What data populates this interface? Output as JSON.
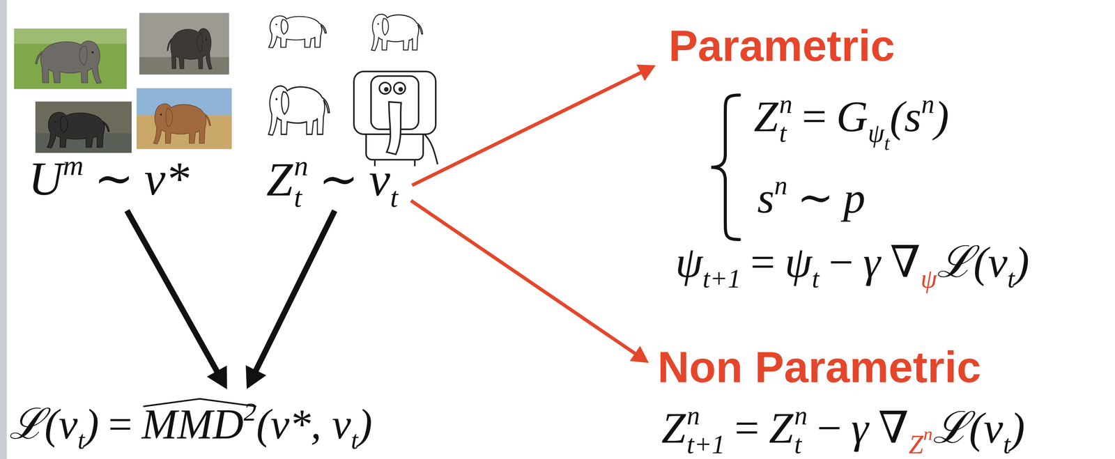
{
  "diagram": {
    "nodes": [
      {
        "text": [
          "U",
          "m",
          "∼",
          "ν*"
        ]
      },
      {
        "text": [
          "Z",
          "n",
          "t",
          "∼",
          "ν",
          "t"
        ]
      },
      {
        "text": [
          "ℒ(ν",
          "t",
          ")",
          "=",
          "MMD",
          "2",
          "(ν*, ν",
          "t",
          ")"
        ]
      },
      {
        "text": [
          "Parametric",
          "Z",
          "n",
          "t",
          "=",
          "G",
          "ψ",
          "t",
          "(s",
          "n",
          ")",
          "s",
          "n",
          "∼",
          "p",
          "ψ",
          "t+1",
          "=",
          "ψ",
          "t",
          "−",
          "γ",
          "∇",
          "ψ",
          "ℒ(ν",
          "t",
          ")"
        ]
      },
      {
        "text": [
          "Non Parametric",
          "Z",
          "n",
          "t+1",
          "=",
          "Z",
          "n",
          "t",
          "−",
          "γ",
          "∇",
          "Z",
          "n",
          "ℒ(ν",
          "t",
          ")"
        ]
      }
    ],
    "edges": [
      {
        "from": 0,
        "to": 2,
        "arrow": "to"
      },
      {
        "from": 1,
        "to": 2,
        "arrow": "to"
      },
      {
        "from": 1,
        "to": 3,
        "arrow": "to"
      },
      {
        "from": 1,
        "to": 4,
        "arrow": "to"
      }
    ]
  }
}
